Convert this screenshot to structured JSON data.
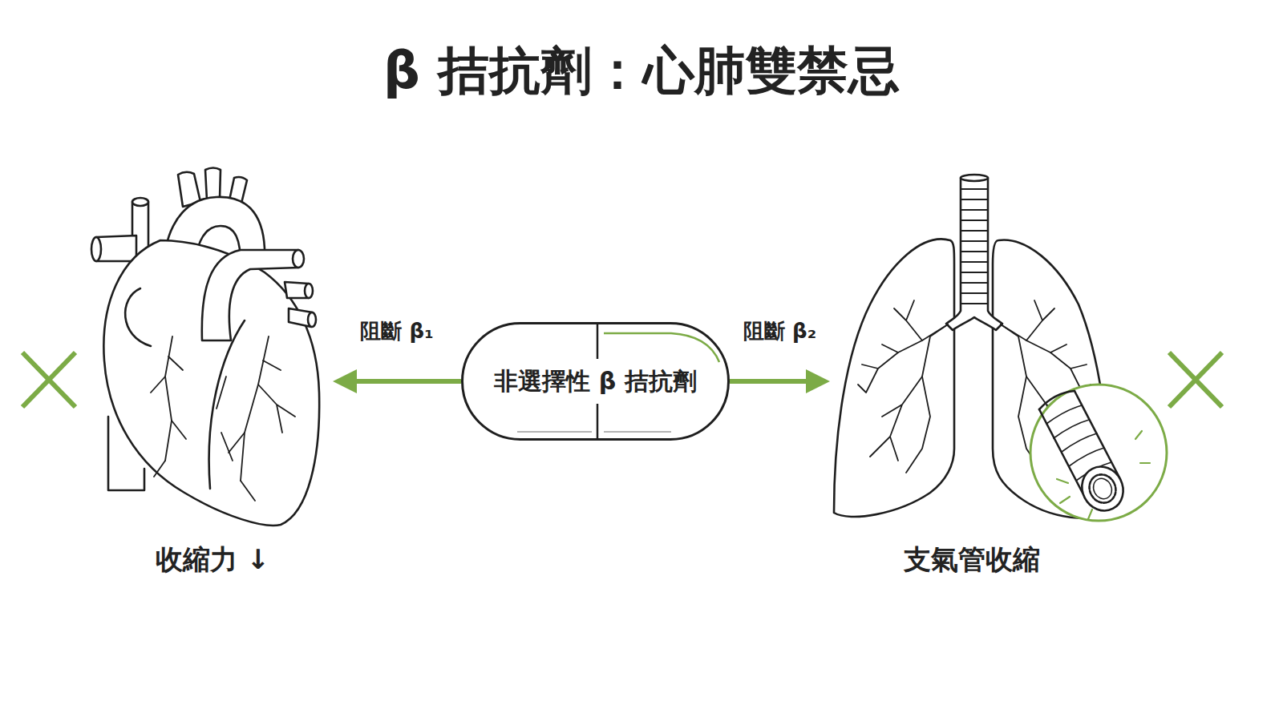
{
  "diagram": {
    "title": "β 拮抗劑：心肺雙禁忌",
    "nodes": [
      {
        "text": [
          "收縮力 ↓"
        ]
      },
      {
        "text": [
          "非選擇性 β 拮抗劑"
        ]
      },
      {
        "text": [
          "支氣管收縮"
        ]
      }
    ],
    "edges": [
      {
        "from": 1,
        "to": 0,
        "arrow": "to",
        "label": "阻斷 β₁"
      },
      {
        "from": 1,
        "to": 2,
        "arrow": "to",
        "label": "阻斷 β₂"
      }
    ]
  }
}
